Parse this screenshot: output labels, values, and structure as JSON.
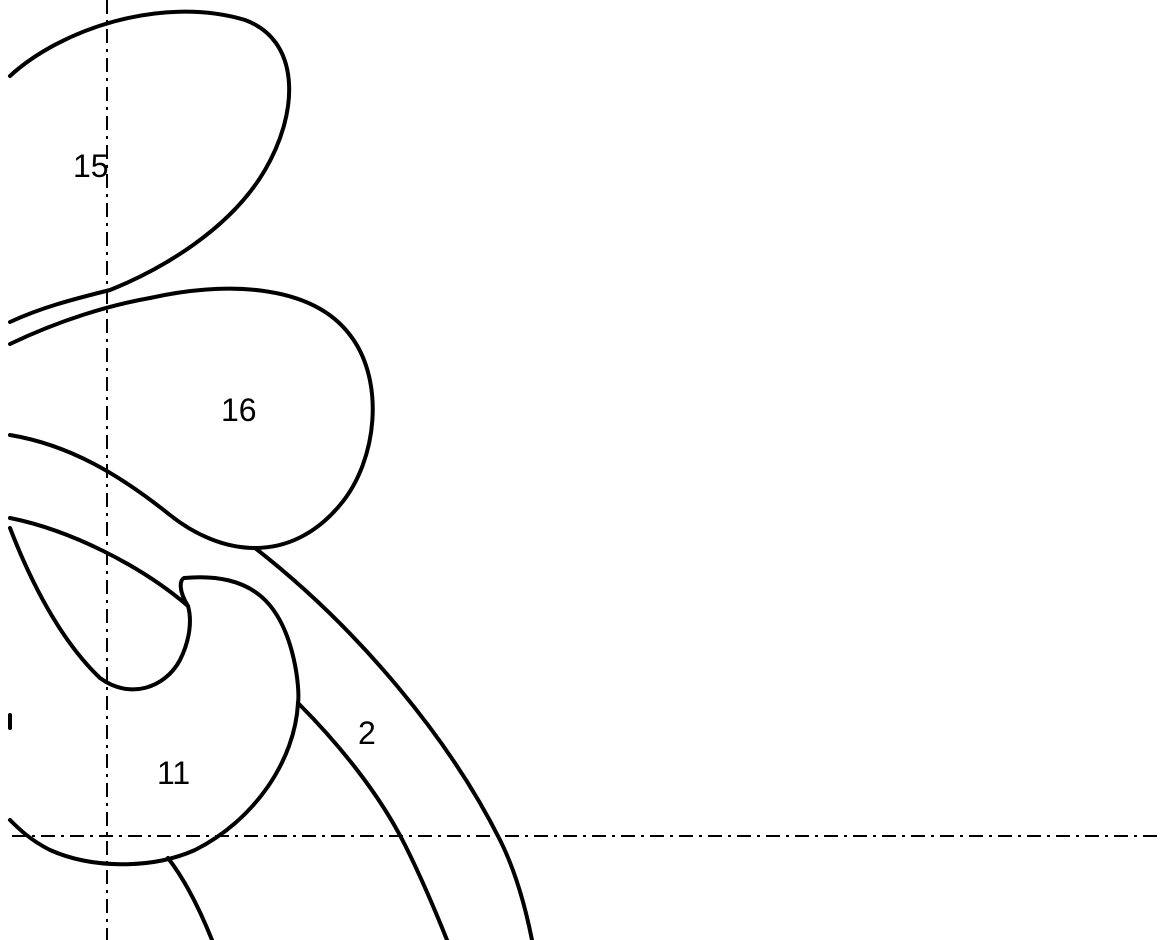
{
  "diagram": {
    "labels": {
      "piece_15": "15",
      "piece_16": "16",
      "piece_11": "11",
      "piece_2": "2"
    },
    "colors": {
      "background": "#ffffff",
      "stroke": "#000000"
    }
  }
}
